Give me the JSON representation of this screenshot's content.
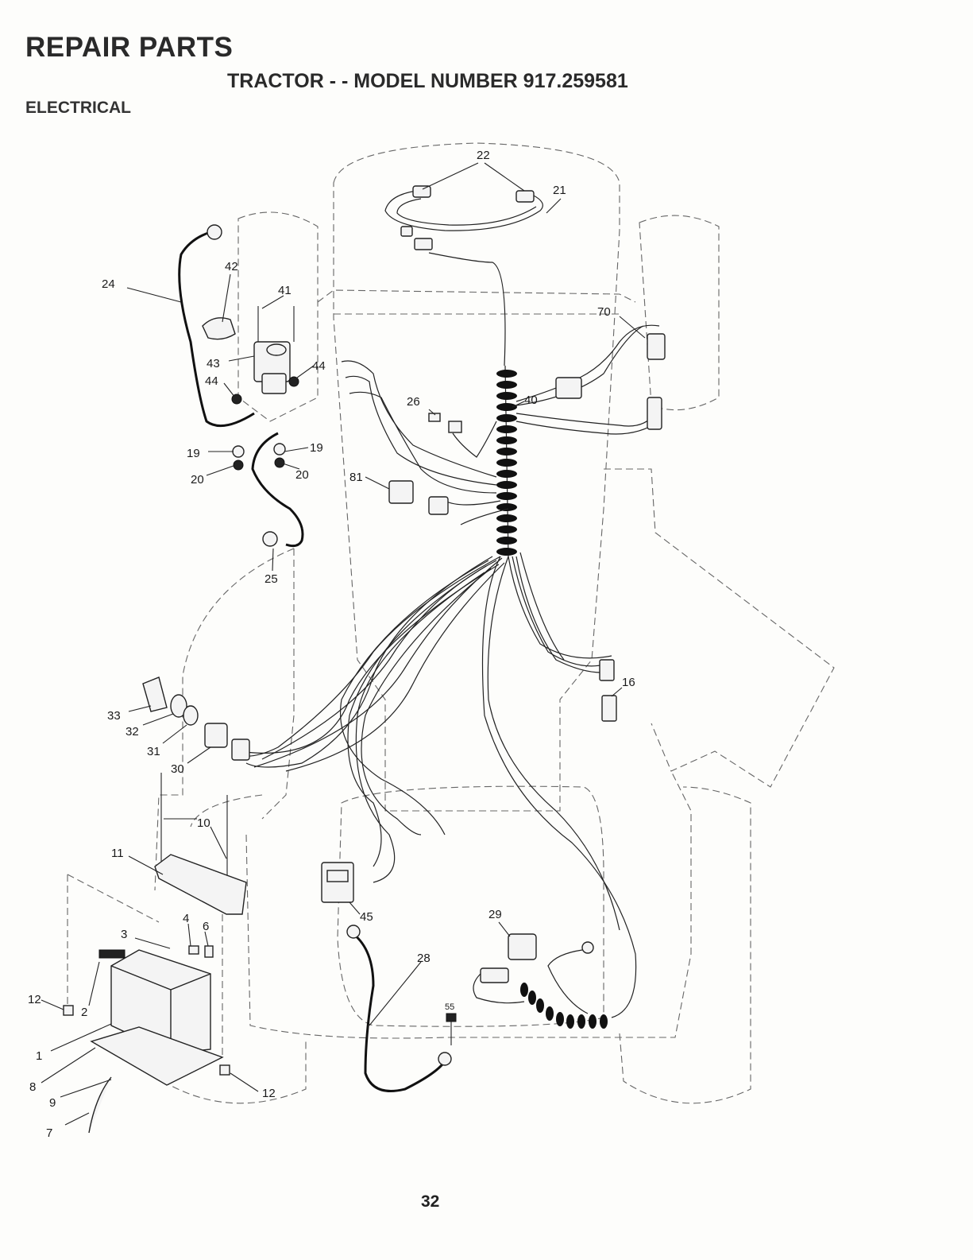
{
  "header": {
    "title": "REPAIR PARTS",
    "subtitle": "TRACTOR - - MODEL NUMBER 917.259581",
    "section": "ELECTRICAL"
  },
  "callouts": [
    "1",
    "2",
    "3",
    "4",
    "6",
    "7",
    "8",
    "9",
    "10",
    "11",
    "12",
    "12",
    "16",
    "19",
    "19",
    "20",
    "20",
    "21",
    "22",
    "24",
    "25",
    "26",
    "28",
    "29",
    "30",
    "31",
    "32",
    "33",
    "40",
    "41",
    "42",
    "43",
    "44",
    "44",
    "45",
    "55",
    "70",
    "81"
  ],
  "page_number": "32"
}
